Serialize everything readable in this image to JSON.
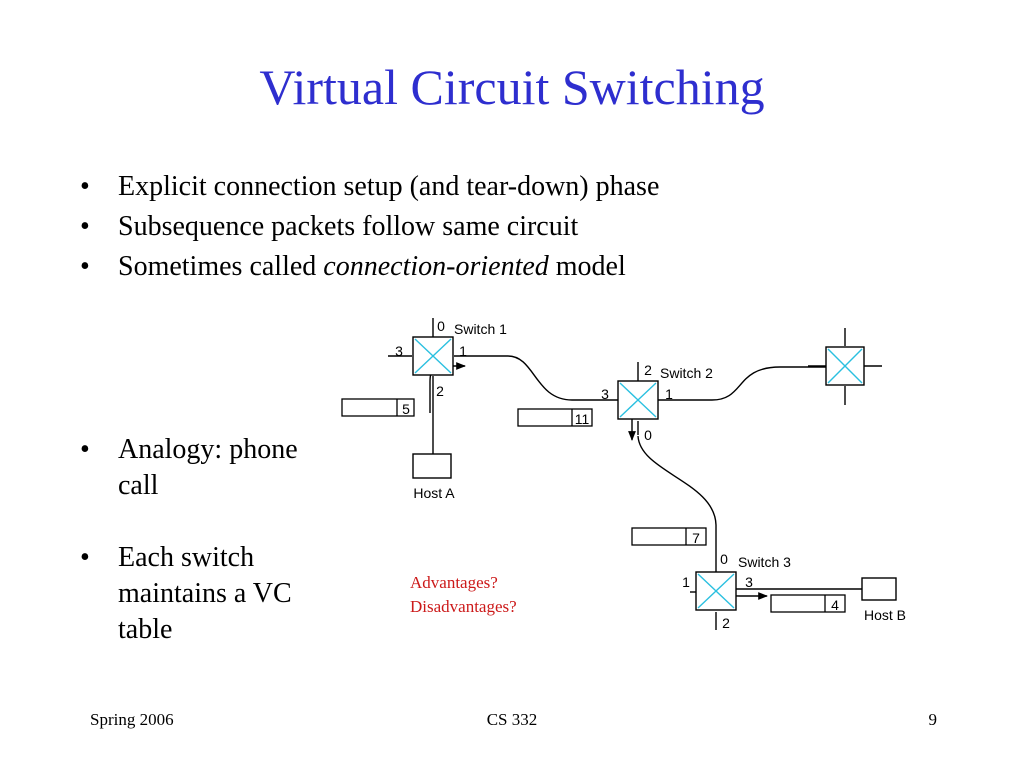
{
  "slide": {
    "title": "Virtual Circuit Switching",
    "bullets": [
      {
        "text": "Explicit connection setup (and tear-down) phase"
      },
      {
        "text": "Subsequence packets follow same circuit"
      },
      {
        "pre": "Sometimes called ",
        "em": "connection-oriented",
        "post": " model"
      }
    ],
    "bullets2": [
      {
        "text": "Analogy: phone call"
      },
      {
        "text": "Each switch maintains a VC table"
      }
    ],
    "advantages": "Advantages?",
    "disadvantages": "Disadvantages?"
  },
  "diagram": {
    "switch1": {
      "label": "Switch 1",
      "ports": [
        "0",
        "1",
        "2",
        "3"
      ]
    },
    "switch2": {
      "label": "Switch 2",
      "ports": [
        "0",
        "1",
        "2",
        "3"
      ]
    },
    "switch3": {
      "label": "Switch 3",
      "ports": [
        "0",
        "1",
        "2",
        "3"
      ]
    },
    "host_a": "Host A",
    "host_b": "Host B",
    "packets": {
      "p1": "5",
      "p2": "11",
      "p3": "7",
      "p4": "4"
    }
  },
  "footer": {
    "left": "Spring 2006",
    "center": "CS 332",
    "right": "9"
  },
  "colors": {
    "title": "#2e2ecf",
    "switch_cross": "#2ac0e0",
    "advantages": "#cc1a1a"
  }
}
